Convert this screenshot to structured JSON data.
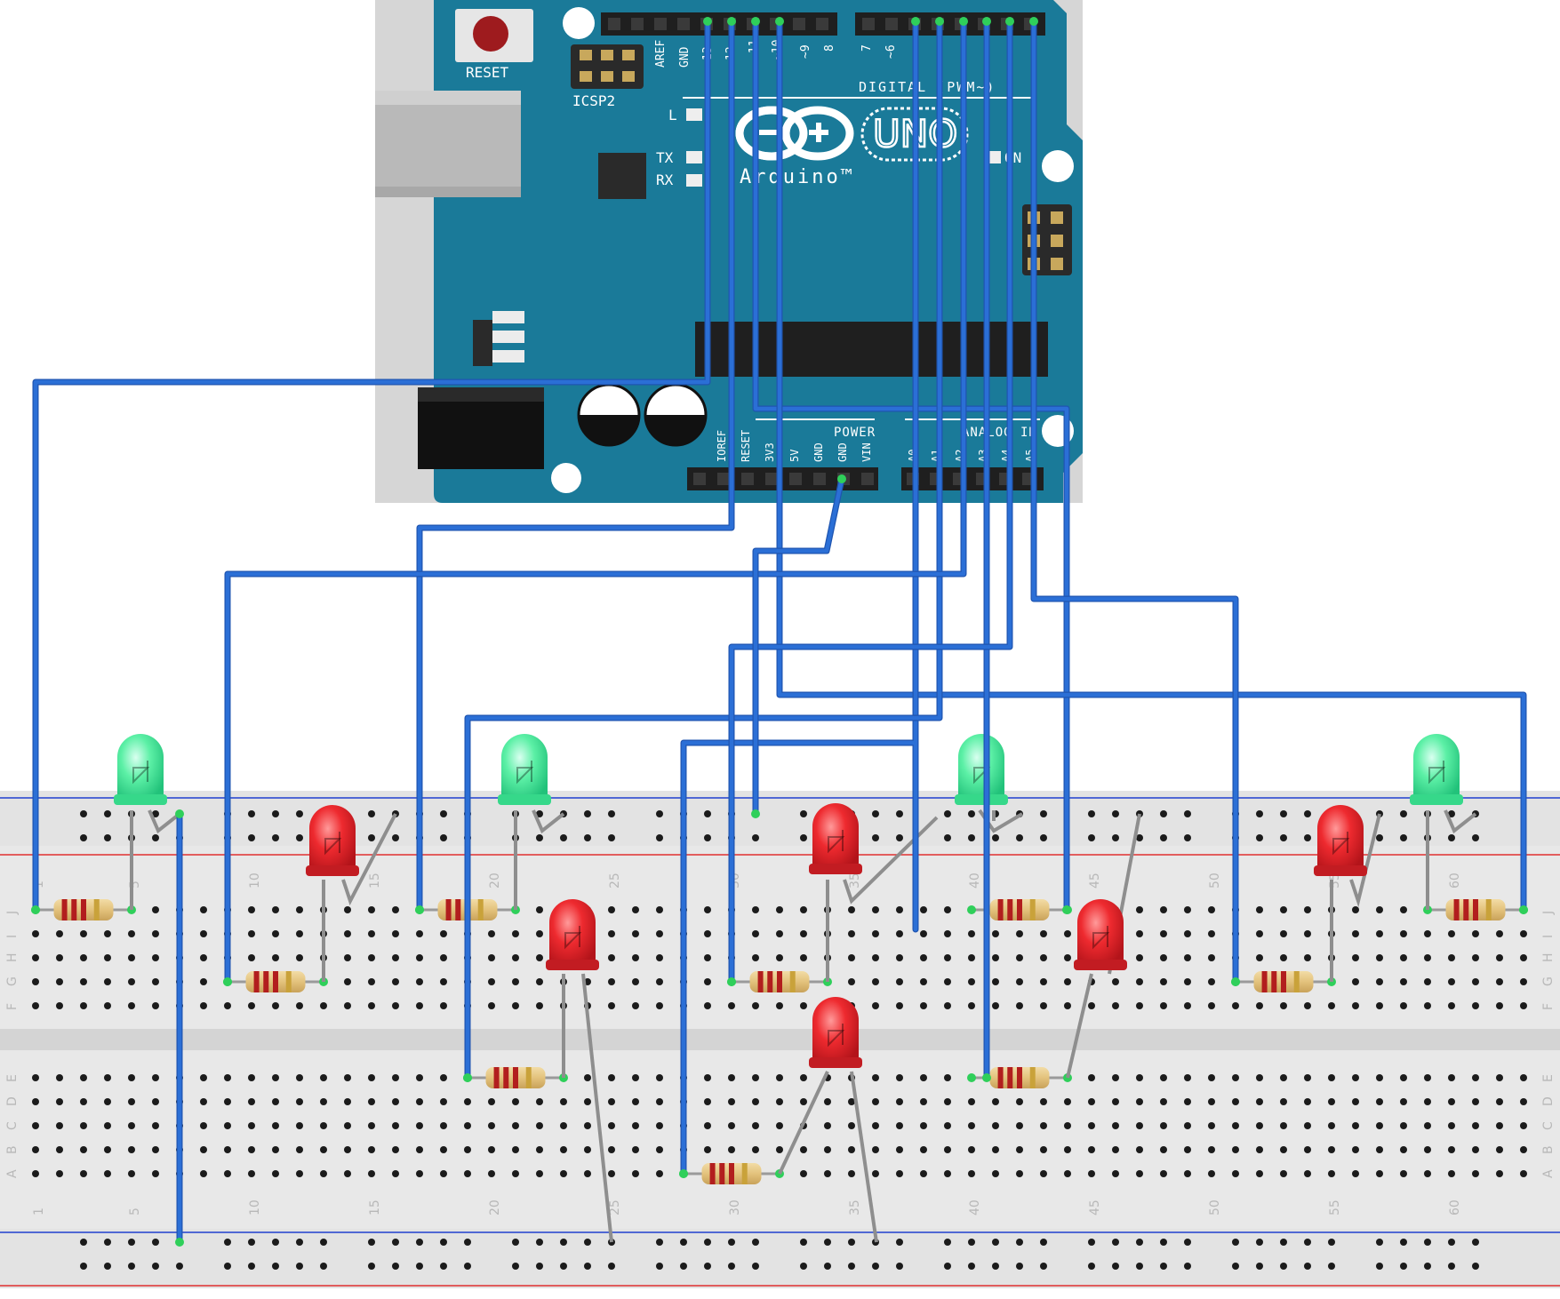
{
  "arduino": {
    "reset_label": "RESET",
    "icsp2_label": "ICSP2",
    "aref_label": "AREF",
    "gnd_label": "GND",
    "pin13_label": "13",
    "pin12_label": "12",
    "pin11_label": "~11",
    "pin10_label": "~10",
    "pin9_label": "~9",
    "pin8_label": "8",
    "pin7_label": "7",
    "pin6_label": "~6",
    "digital_label": "DIGITAL (PWM~)",
    "l_label": "L",
    "tx_label": "TX",
    "rx_label": "RX",
    "uno_label": "UNO",
    "brand_label": "Arduino™",
    "on_label": "ON",
    "power_label": "POWER",
    "analog_label": "ANALOG IN",
    "power_pins": [
      "IOREF",
      "RESET",
      "3V3",
      "5V",
      "GND",
      "GND",
      "VIN"
    ],
    "analog_pins": [
      "A0",
      "A1",
      "A2",
      "A3",
      "A4",
      "A5"
    ]
  },
  "breadboard": {
    "column_numbers": [
      "1",
      "5",
      "10",
      "15",
      "20",
      "25",
      "30",
      "35",
      "40",
      "45",
      "50",
      "55",
      "60"
    ],
    "top_row_letters": [
      "J",
      "I",
      "H",
      "G",
      "F"
    ],
    "bottom_row_letters": [
      "E",
      "D",
      "C",
      "B",
      "A"
    ]
  },
  "colors": {
    "board": "#1a7a99",
    "wire": "#2b6fd6",
    "led_red": "#e8262b",
    "led_green": "#4de89a",
    "breadboard": "#e6e6e6",
    "rail_red": "#e03030",
    "rail_blue": "#2040d0"
  }
}
